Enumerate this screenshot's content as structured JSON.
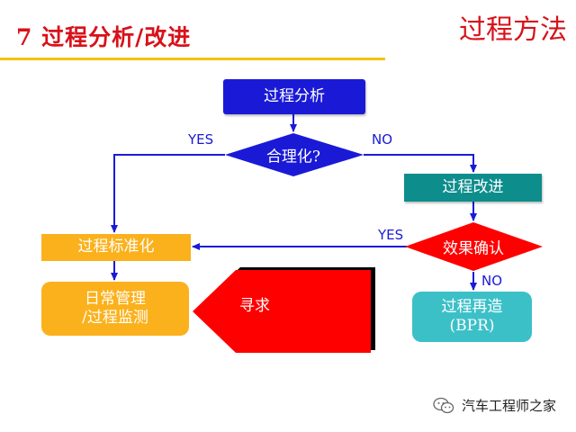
{
  "header": {
    "title": "7 过程分析/改进",
    "corner_title": "过程方法"
  },
  "flowchart": {
    "nodes": {
      "process_analysis": "过程分析",
      "rationalize": "合理化?",
      "process_improve": "过程改进",
      "effect_confirm": "效果确认",
      "standardize": "过程标准化",
      "daily_mgmt_line1": "日常管理",
      "daily_mgmt_line2": "/过程监测",
      "reengineer_line1": "过程再造",
      "reengineer_line2": "(BPR)",
      "seek": "寻求"
    },
    "edges": {
      "yes_left": "YES",
      "no_right": "NO",
      "yes_confirm": "YES",
      "no_confirm": "NO"
    },
    "colors": {
      "blue": "#1a1ad6",
      "teal": "#0e8d8d",
      "orange": "#fbb11c",
      "cyan": "#3cc0c8",
      "red": "#ff0000",
      "title_red": "#d8111a",
      "rule_yellow": "#f2c200"
    }
  },
  "watermark": {
    "text": "汽车工程师之家",
    "icon": "wechat-icon"
  }
}
